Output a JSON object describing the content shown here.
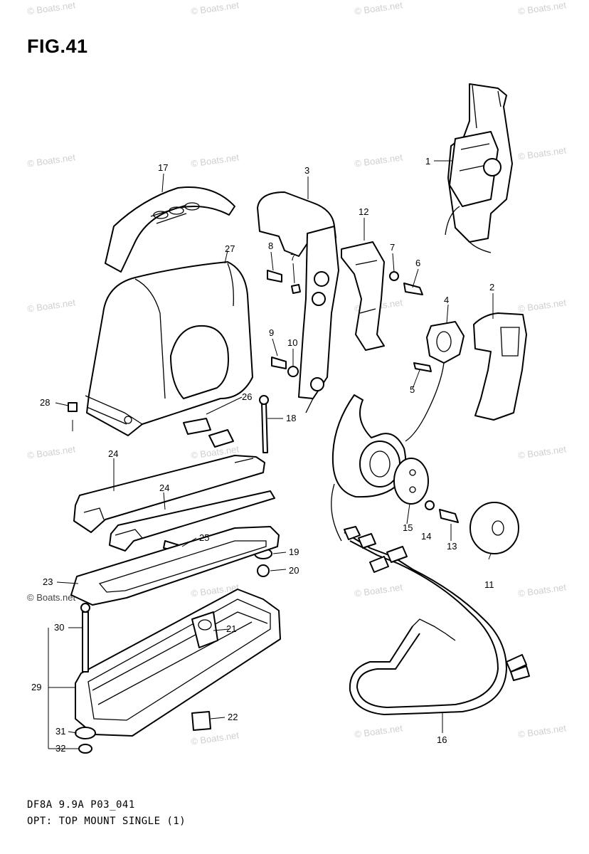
{
  "figure": {
    "title": "FIG.41",
    "drawing_code": "DF8A 9.9A P03_041",
    "caption": "OPT: TOP MOUNT SINGLE (1)"
  },
  "watermark": {
    "text": "© Boats.net",
    "color": "#cfcfcf"
  },
  "callouts": {
    "p1": "1",
    "p2": "2",
    "p3": "3",
    "p4": "4",
    "p5": "5",
    "p6": "6",
    "p7a": "7",
    "p7b": "7",
    "p8": "8",
    "p9": "9",
    "p10": "10",
    "p11": "11",
    "p12": "12",
    "p13": "13",
    "p14": "14",
    "p15": "15",
    "p16": "16",
    "p17": "17",
    "p18": "18",
    "p19": "19",
    "p20": "20",
    "p21": "21",
    "p22": "22",
    "p23": "23",
    "p24a": "24",
    "p24b": "24",
    "p25": "25",
    "p26": "26",
    "p27": "27",
    "p28": "28",
    "p29": "29",
    "p30": "30",
    "p31": "31",
    "p32": "32"
  }
}
